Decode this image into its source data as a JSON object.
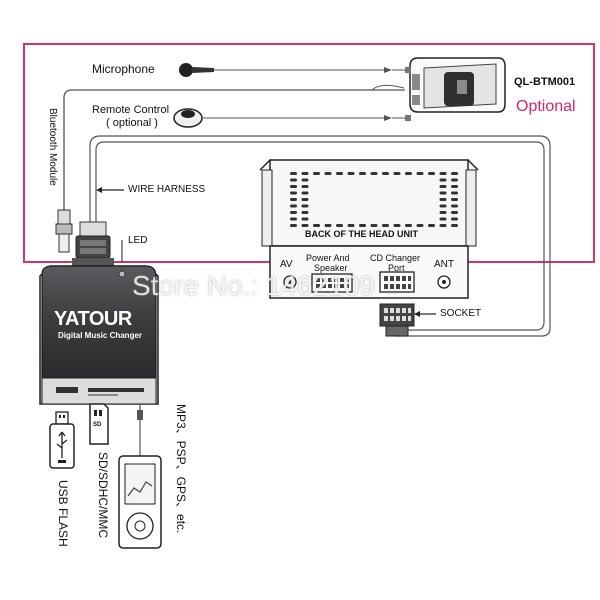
{
  "labels": {
    "microphone": "Microphone",
    "remote_control": "Remote Control",
    "remote_optional": "( optional )",
    "model": "QL-BTM001",
    "optional": "Optional",
    "bluetooth_module": "Bluetooth Module",
    "wire_harness": "WIRE HARNESS",
    "led": "LED",
    "back_head_unit": "BACK OF THE HEAD UNIT",
    "av": "AV",
    "power_speaker_1": "Power And",
    "power_speaker_2": "Speaker",
    "cd_changer_1": "CD Changer",
    "cd_changer_2": "Port",
    "ant": "ANT",
    "socket": "SOCKET",
    "watermark": "Store No.: 1462109",
    "brand": "YATOUR",
    "brand_sub": "Digital Music Changer",
    "usb_flash": "USB FLASH",
    "sd_sdhc_mmc": "SD/SDHC/MMC",
    "mp3_etc": "MP3、PSP、GPS、etc.",
    "sd_card_text": "SD"
  },
  "colors": {
    "optional_box": "#d6336c",
    "optional_text": "#d6246a",
    "line": "#555555",
    "device_face": "#3a3b3d"
  }
}
